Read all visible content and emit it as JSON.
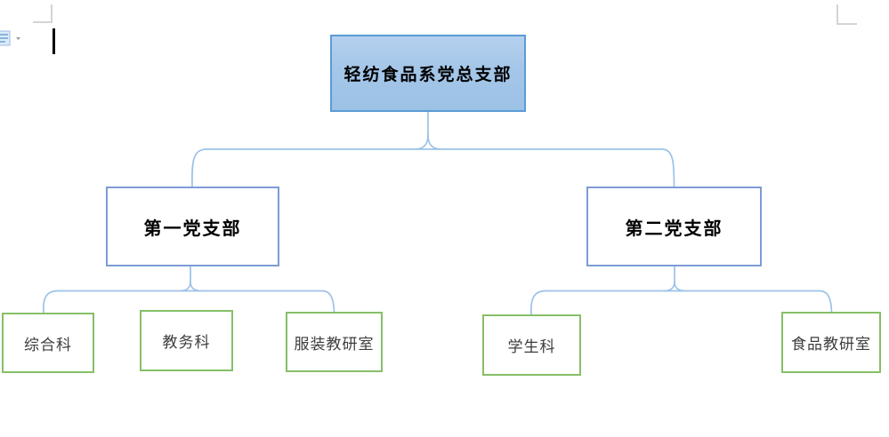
{
  "document": {
    "background": "#ffffff",
    "ui": {
      "paste_options_icon": "paste-options-icon",
      "dropdown_icon": "chevron-down-icon",
      "text_cursor_visible": true,
      "crop_marks": [
        "top-left",
        "top-right"
      ]
    }
  },
  "colors": {
    "root_fill_top": "#b6d0ee",
    "root_fill_bottom": "#9cc2e6",
    "root_border": "#5b9bd5",
    "branch_border": "#7d9bd8",
    "leaf_border": "#86bf67",
    "connector": "#9cc2e7",
    "crop_mark": "#d4d4d4",
    "root_text": "#000000",
    "leaf_text": "#3d3d3d"
  },
  "org_chart": {
    "type": "org-chart",
    "tree": {
      "label": "轻纺食品系党总支部",
      "children": [
        {
          "label": "第一党支部",
          "children": [
            {
              "label": "综合科"
            },
            {
              "label": "教务科"
            },
            {
              "label": "服装教研室"
            }
          ]
        },
        {
          "label": "第二党支部",
          "children": [
            {
              "label": "学生科"
            },
            {
              "label": "食品教研室"
            }
          ]
        }
      ]
    }
  }
}
